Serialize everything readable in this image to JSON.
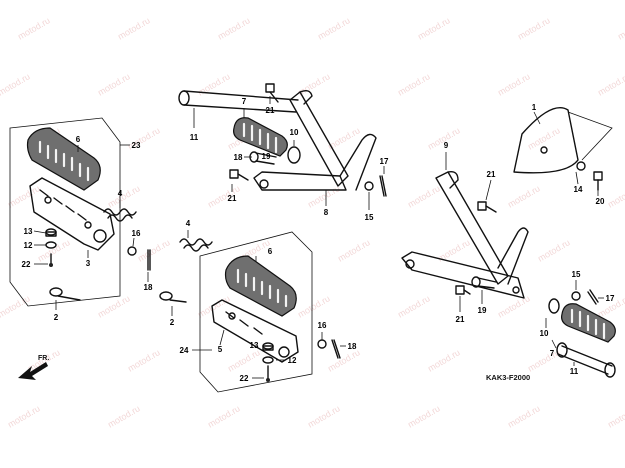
{
  "watermark_text": "motod.ru",
  "diagram_code": "KAK3-F2000",
  "direction_label": "FR.",
  "part_numbers": {
    "c1": "1",
    "c2a": "2",
    "c2b": "2",
    "c3": "3",
    "c4a": "4",
    "c4b": "4",
    "c5": "5",
    "c6a": "6",
    "c6b": "6",
    "c7a": "7",
    "c7b": "7",
    "c8": "8",
    "c9": "9",
    "c10a": "10",
    "c10b": "10",
    "c11a": "11",
    "c11b": "11",
    "c12a": "12",
    "c12b": "12",
    "c13a": "13",
    "c13b": "13",
    "c14": "14",
    "c15a": "15",
    "c15b": "15",
    "c16a": "16",
    "c16b": "16",
    "c17a": "17",
    "c17b": "17",
    "c18a": "18",
    "c18b": "18",
    "c18c": "18",
    "c19a": "19",
    "c19b": "19",
    "c20": "20",
    "c21a": "21",
    "c21b": "21",
    "c21c": "21",
    "c21d": "21",
    "c22a": "22",
    "c22b": "22",
    "c23": "23",
    "c24": "24"
  }
}
